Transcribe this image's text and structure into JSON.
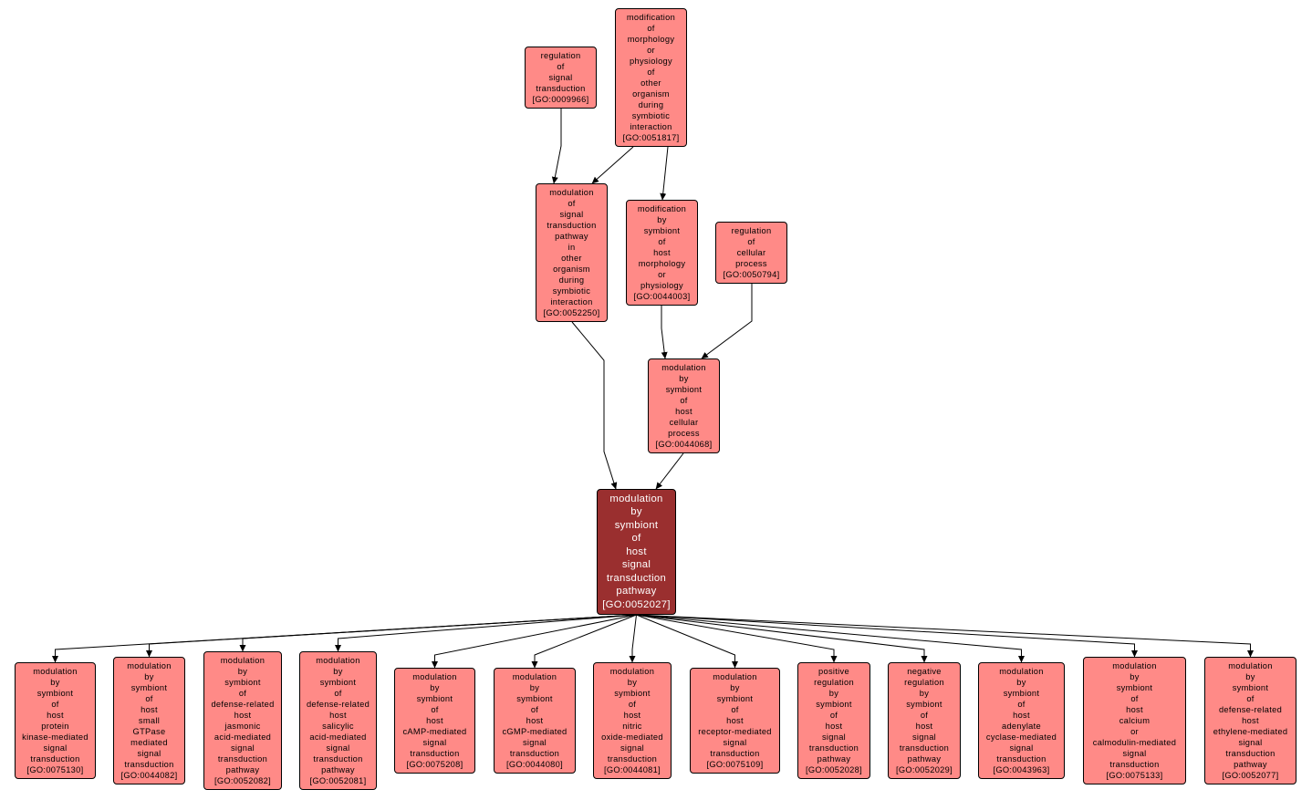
{
  "colors": {
    "term": "#ff8a87",
    "focus": "#9a2f2f",
    "edge": "#000000"
  },
  "nodes": [
    {
      "id": "GO:0051817",
      "lines": [
        "modification",
        "of",
        "morphology",
        "or",
        "physiology",
        "of",
        "other",
        "organism",
        "during",
        "symbiotic",
        "interaction",
        "[GO:0051817]"
      ]
    },
    {
      "id": "GO:0009966",
      "lines": [
        "regulation",
        "of",
        "signal",
        "transduction",
        "[GO:0009966]"
      ]
    },
    {
      "id": "GO:0052250",
      "lines": [
        "modulation",
        "of",
        "signal",
        "transduction",
        "pathway",
        "in",
        "other",
        "organism",
        "during",
        "symbiotic",
        "interaction",
        "[GO:0052250]"
      ]
    },
    {
      "id": "GO:0044003",
      "lines": [
        "modification",
        "by",
        "symbiont",
        "of",
        "host",
        "morphology",
        "or",
        "physiology",
        "[GO:0044003]"
      ]
    },
    {
      "id": "GO:0050794",
      "lines": [
        "regulation",
        "of",
        "cellular",
        "process",
        "[GO:0050794]"
      ]
    },
    {
      "id": "GO:0044068",
      "lines": [
        "modulation",
        "by",
        "symbiont",
        "of",
        "host",
        "cellular",
        "process",
        "[GO:0044068]"
      ]
    },
    {
      "id": "GO:0052027",
      "focus": true,
      "lines": [
        "modulation",
        "by",
        "symbiont",
        "of",
        "host",
        "signal",
        "transduction",
        "pathway",
        "[GO:0052027]"
      ]
    },
    {
      "id": "GO:0075130",
      "lines": [
        "modulation",
        "by",
        "symbiont",
        "of",
        "host",
        "protein",
        "kinase-mediated",
        "signal",
        "transduction",
        "[GO:0075130]"
      ]
    },
    {
      "id": "GO:0044082",
      "lines": [
        "modulation",
        "by",
        "symbiont",
        "of",
        "host",
        "small",
        "GTPase",
        "mediated",
        "signal",
        "transduction",
        "[GO:0044082]"
      ]
    },
    {
      "id": "GO:0052082",
      "lines": [
        "modulation",
        "by",
        "symbiont",
        "of",
        "defense-related",
        "host",
        "jasmonic",
        "acid-mediated",
        "signal",
        "transduction",
        "pathway",
        "[GO:0052082]"
      ]
    },
    {
      "id": "GO:0052081",
      "lines": [
        "modulation",
        "by",
        "symbiont",
        "of",
        "defense-related",
        "host",
        "salicylic",
        "acid-mediated",
        "signal",
        "transduction",
        "pathway",
        "[GO:0052081]"
      ]
    },
    {
      "id": "GO:0075208",
      "lines": [
        "modulation",
        "by",
        "symbiont",
        "of",
        "host",
        "cAMP-mediated",
        "signal",
        "transduction",
        "[GO:0075208]"
      ]
    },
    {
      "id": "GO:0044080",
      "lines": [
        "modulation",
        "by",
        "symbiont",
        "of",
        "host",
        "cGMP-mediated",
        "signal",
        "transduction",
        "[GO:0044080]"
      ]
    },
    {
      "id": "GO:0044081",
      "lines": [
        "modulation",
        "by",
        "symbiont",
        "of",
        "host",
        "nitric",
        "oxide-mediated",
        "signal",
        "transduction",
        "[GO:0044081]"
      ]
    },
    {
      "id": "GO:0075109",
      "lines": [
        "modulation",
        "by",
        "symbiont",
        "of",
        "host",
        "receptor-mediated",
        "signal",
        "transduction",
        "[GO:0075109]"
      ]
    },
    {
      "id": "GO:0052028",
      "lines": [
        "positive",
        "regulation",
        "by",
        "symbiont",
        "of",
        "host",
        "signal",
        "transduction",
        "pathway",
        "[GO:0052028]"
      ]
    },
    {
      "id": "GO:0052029",
      "lines": [
        "negative",
        "regulation",
        "by",
        "symbiont",
        "of",
        "host",
        "signal",
        "transduction",
        "pathway",
        "[GO:0052029]"
      ]
    },
    {
      "id": "GO:0043963",
      "lines": [
        "modulation",
        "by",
        "symbiont",
        "of",
        "host",
        "adenylate",
        "cyclase-mediated",
        "signal",
        "transduction",
        "[GO:0043963]"
      ]
    },
    {
      "id": "GO:0075133",
      "lines": [
        "modulation",
        "by",
        "symbiont",
        "of",
        "host",
        "calcium",
        "or",
        "calmodulin-mediated",
        "signal",
        "transduction",
        "[GO:0075133]"
      ]
    },
    {
      "id": "GO:0052077",
      "lines": [
        "modulation",
        "by",
        "symbiont",
        "of",
        "defense-related",
        "host",
        "ethylene-mediated",
        "signal",
        "transduction",
        "pathway",
        "[GO:0052077]"
      ]
    }
  ],
  "edges": [
    {
      "from": "GO:0009966",
      "to": "GO:0052250"
    },
    {
      "from": "GO:0051817",
      "to": "GO:0052250"
    },
    {
      "from": "GO:0051817",
      "to": "GO:0044003"
    },
    {
      "from": "GO:0044003",
      "to": "GO:0044068"
    },
    {
      "from": "GO:0050794",
      "to": "GO:0044068"
    },
    {
      "from": "GO:0052250",
      "to": "GO:0052027"
    },
    {
      "from": "GO:0044068",
      "to": "GO:0052027"
    },
    {
      "from": "GO:0052027",
      "to": "GO:0075130"
    },
    {
      "from": "GO:0052027",
      "to": "GO:0044082"
    },
    {
      "from": "GO:0052027",
      "to": "GO:0052082"
    },
    {
      "from": "GO:0052027",
      "to": "GO:0052081"
    },
    {
      "from": "GO:0052027",
      "to": "GO:0075208"
    },
    {
      "from": "GO:0052027",
      "to": "GO:0044080"
    },
    {
      "from": "GO:0052027",
      "to": "GO:0044081"
    },
    {
      "from": "GO:0052027",
      "to": "GO:0075109"
    },
    {
      "from": "GO:0052027",
      "to": "GO:0052028"
    },
    {
      "from": "GO:0052027",
      "to": "GO:0052029"
    },
    {
      "from": "GO:0052027",
      "to": "GO:0043963"
    },
    {
      "from": "GO:0052027",
      "to": "GO:0075133"
    },
    {
      "from": "GO:0052027",
      "to": "GO:0052077"
    }
  ]
}
